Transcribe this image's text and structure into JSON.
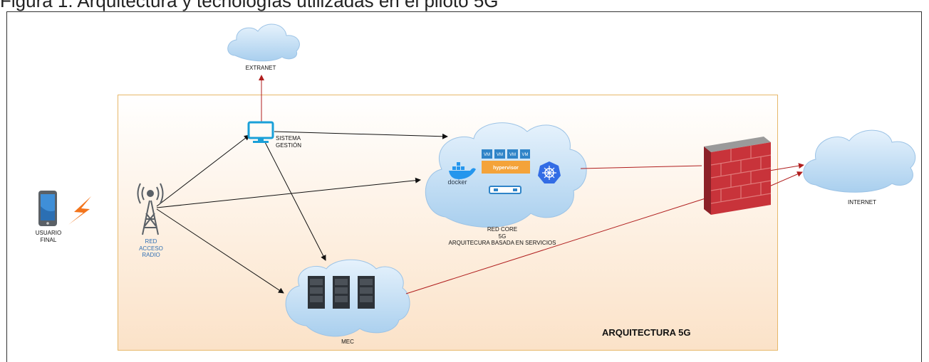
{
  "header": {
    "top_text": "Figura 1. Arquitectura y tecnologías utilizadas en el piloto 5G"
  },
  "labels": {
    "extranet": "EXTRANET",
    "sistema_1": "SISTEMA",
    "sistema_2": "GESTIÓN",
    "usuario_1": "USUARIO",
    "usuario_2": "FINAL",
    "red_acceso_1": "RED",
    "red_acceso_2": "ACCESO",
    "red_acceso_3": "RADIO",
    "red_core_1": "RED CORE",
    "red_core_2": "5G",
    "red_core_3": "ARQUITECURA BASADA EN SERVICIOS",
    "mec": "MEC",
    "internet": "INTERNET",
    "arquitectura": "ARQUITECTURA 5G",
    "vm": "VM",
    "hypervisor": "hypervisor",
    "docker": "docker"
  },
  "colors": {
    "zone_border": "#e7b86a",
    "cloud": "#c9e1f6",
    "arrow_black": "#111111",
    "arrow_red": "#b01e1e",
    "firewall_brick": "#c8333a",
    "monitor": "#1aa0d8",
    "hypervisor_bar": "#f4a33a",
    "vm_box": "#2f84c8"
  },
  "icons": [
    "phone-icon",
    "lightning-icon",
    "antenna-tower-icon",
    "monitor-icon",
    "docker-icon",
    "kubernetes-icon",
    "server-rack-icon",
    "firewall-icon",
    "cloud-icon"
  ]
}
